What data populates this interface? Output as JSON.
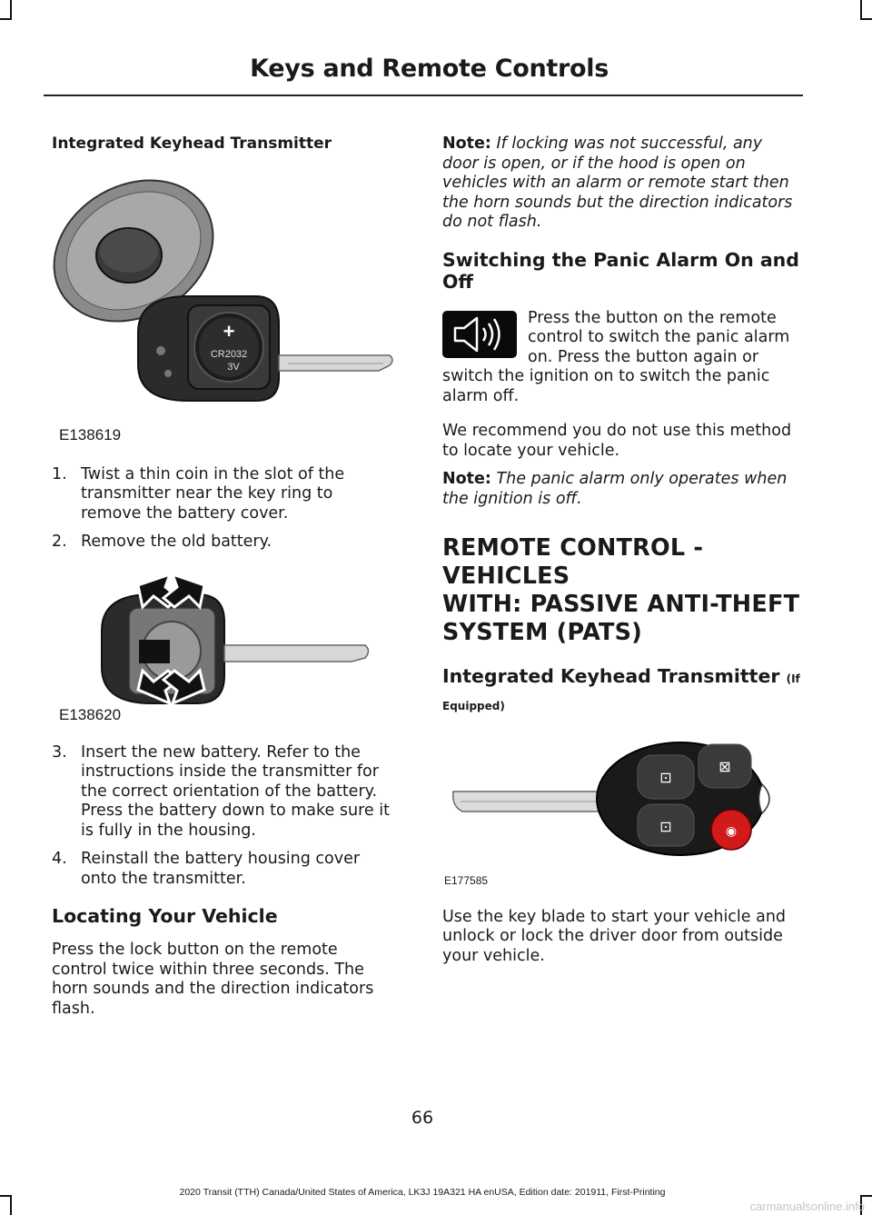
{
  "header": {
    "title": "Keys and Remote Controls"
  },
  "left": {
    "section_title": "Integrated Keyhead Transmitter",
    "figure1": {
      "label": "E138619",
      "battery_text": "CR2032",
      "battery_volt": "3V",
      "battery_plus": "+"
    },
    "steps_a": [
      {
        "num": "1.",
        "text": "Twist a thin coin in the slot of the transmitter near the key ring to remove the battery cover."
      },
      {
        "num": "2.",
        "text": "Remove the old battery."
      }
    ],
    "figure2": {
      "label": "E138620"
    },
    "steps_b": [
      {
        "num": "3.",
        "text": "Insert the new battery.  Refer to the instructions inside the transmitter for the correct orientation of the battery.  Press the battery down to make sure it is fully in the housing."
      },
      {
        "num": "4.",
        "text": "Reinstall the battery housing cover onto the transmitter."
      }
    ],
    "locating_title": "Locating Your Vehicle",
    "locating_text": "Press the lock button on the remote control twice within three seconds.  The horn sounds and the direction indicators flash."
  },
  "right": {
    "note1_label": "Note:",
    "note1_text": "If locking was not successful, any door is open, or if the hood is open on vehicles with an alarm or remote start then the horn sounds but the direction indicators do not flash.",
    "panic_title": "Switching the Panic Alarm On and Off",
    "panic_text": "Press the button on the remote control to switch the panic alarm on.  Press the button again or switch the ignition on to switch the panic alarm off.",
    "recommend_text": "We recommend you do not use this method to locate your vehicle.",
    "note2_label": "Note:",
    "note2_text": "The panic alarm only operates when the ignition is off.",
    "big_title_line1": "REMOTE CONTROL - VEHICLES",
    "big_title_line2": "WITH: PASSIVE ANTI-THEFT",
    "big_title_line3": "SYSTEM (PATS)",
    "subsection_title": "Integrated Keyhead Transmitter",
    "subsection_suffix": "(If",
    "subsection_suffix2": "Equipped)",
    "figure3": {
      "label": "E177585"
    },
    "blade_text": "Use the key blade to start your vehicle and unlock or lock the driver door from outside your vehicle."
  },
  "footer": {
    "page_number": "66",
    "edition": "2020 Transit (TTH) Canada/United States of America, LK3J 19A321 HA enUSA, Edition date: 201911, First-Printing"
  },
  "watermark": "carmanualsonline.info"
}
